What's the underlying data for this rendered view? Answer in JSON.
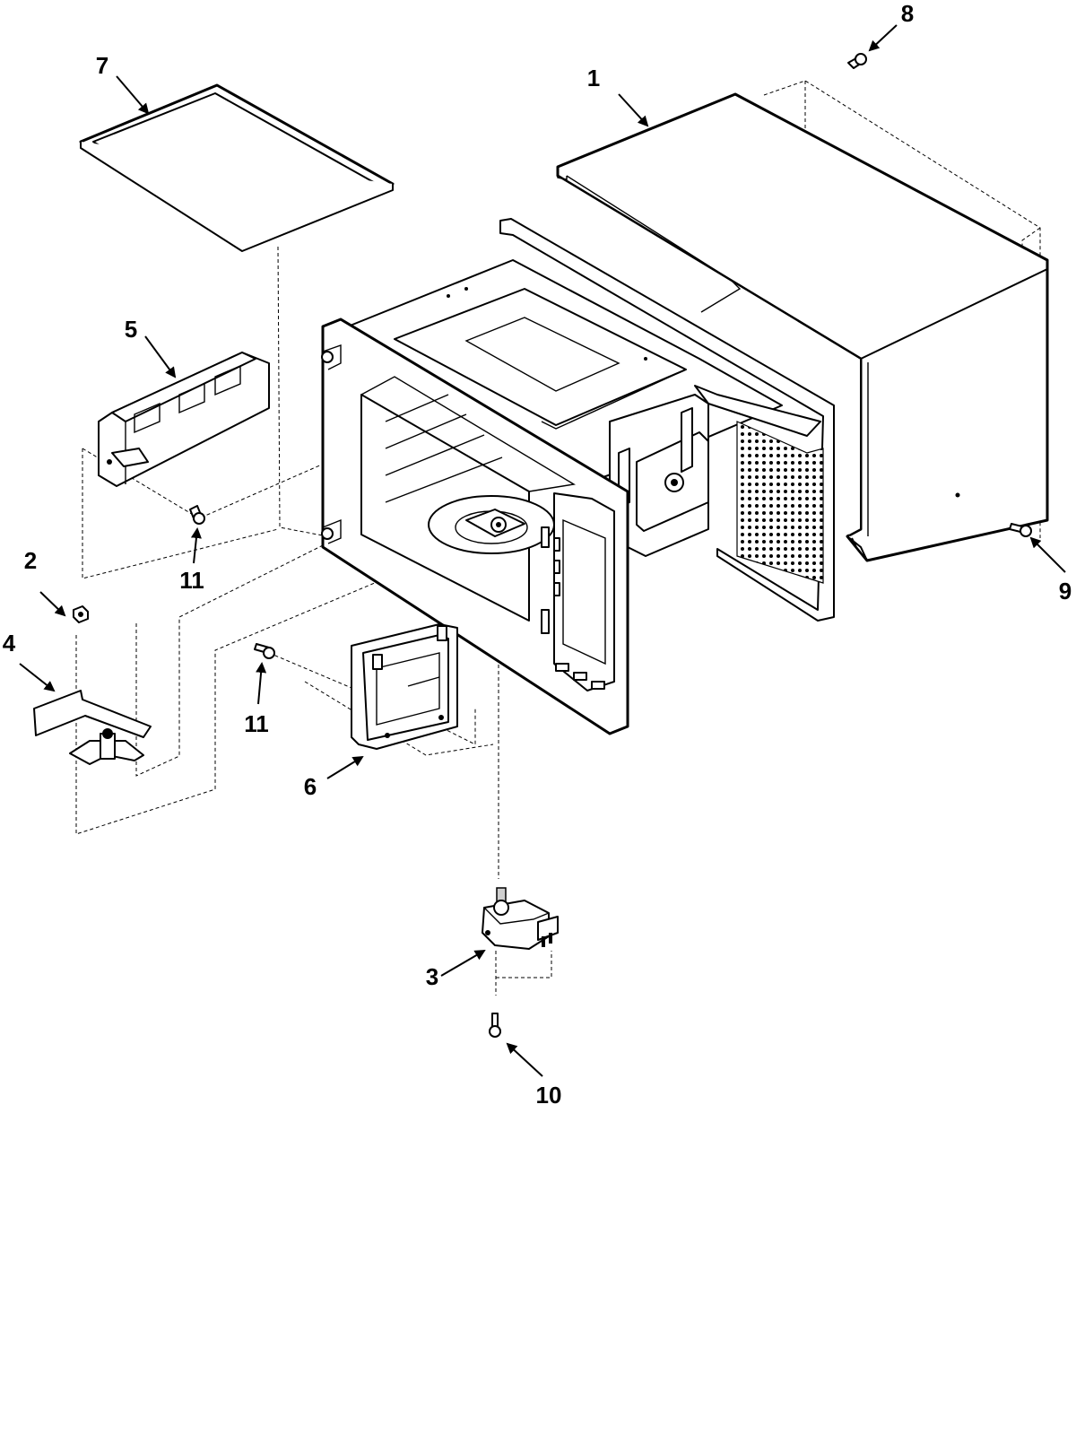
{
  "diagram": {
    "type": "exploded-parts-diagram",
    "callouts": [
      {
        "id": "1",
        "label": "1"
      },
      {
        "id": "2",
        "label": "2"
      },
      {
        "id": "3",
        "label": "3"
      },
      {
        "id": "4",
        "label": "4"
      },
      {
        "id": "5",
        "label": "5"
      },
      {
        "id": "6",
        "label": "6"
      },
      {
        "id": "7",
        "label": "7"
      },
      {
        "id": "8",
        "label": "8"
      },
      {
        "id": "9",
        "label": "9"
      },
      {
        "id": "10",
        "label": "10"
      },
      {
        "id": "11a",
        "label": "11"
      },
      {
        "id": "11b",
        "label": "11"
      }
    ]
  }
}
